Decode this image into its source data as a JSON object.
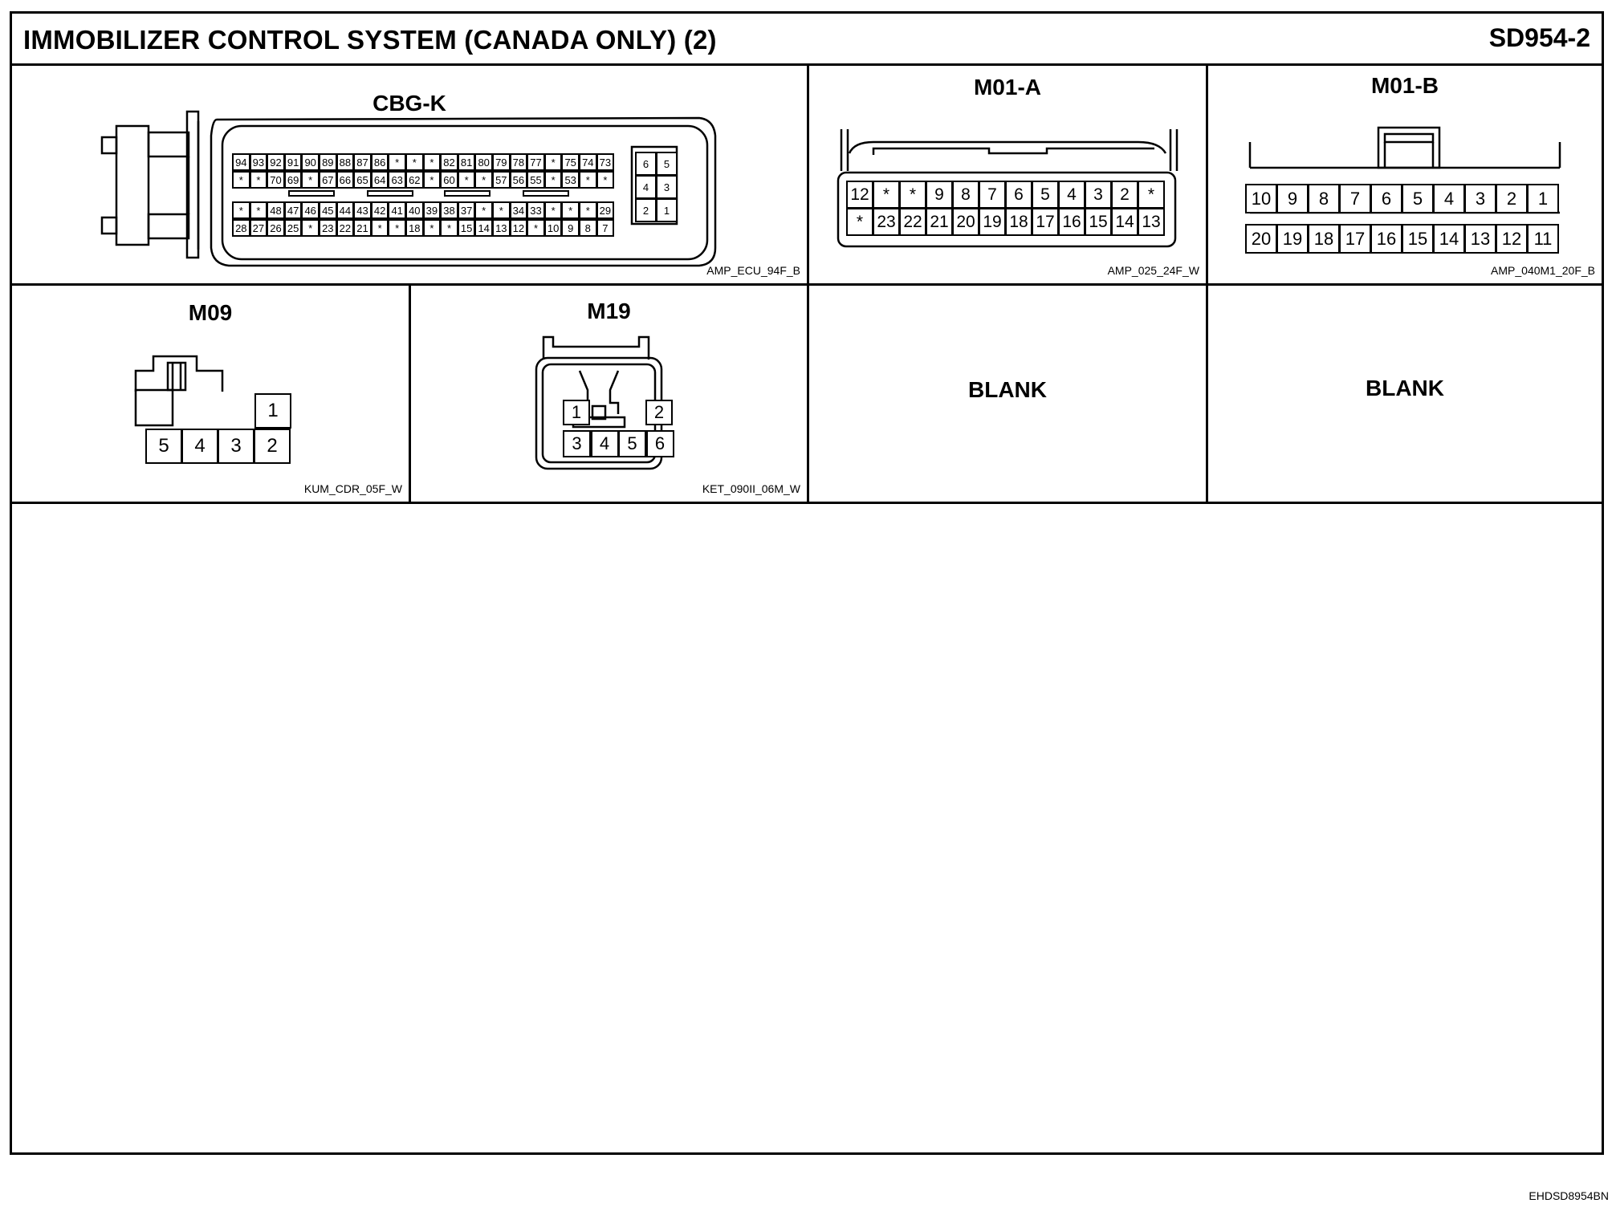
{
  "header": {
    "title": "IMMOBILIZER CONTROL SYSTEM (CANADA ONLY) (2)",
    "page_code": "SD954-2"
  },
  "footer": {
    "doc_code": "EHDSD8954BN"
  },
  "connectors": {
    "cbg_k": {
      "name": "CBG-K",
      "code": "AMP_ECU_94F_B",
      "rows": [
        [
          "94",
          "93",
          "92",
          "91",
          "90",
          "89",
          "88",
          "87",
          "86",
          "*",
          "*",
          "*",
          "82",
          "81",
          "80",
          "79",
          "78",
          "77",
          "*",
          "75",
          "74",
          "73"
        ],
        [
          "*",
          "*",
          "70",
          "69",
          "*",
          "67",
          "66",
          "65",
          "64",
          "63",
          "62",
          "*",
          "60",
          "*",
          "*",
          "57",
          "56",
          "55",
          "*",
          "53",
          "*",
          "*"
        ],
        [
          "*",
          "*",
          "48",
          "47",
          "46",
          "45",
          "44",
          "43",
          "42",
          "41",
          "40",
          "39",
          "38",
          "37",
          "*",
          "*",
          "34",
          "33",
          "*",
          "*",
          "*",
          "29"
        ],
        [
          "28",
          "27",
          "26",
          "25",
          "*",
          "23",
          "22",
          "21",
          "*",
          "*",
          "18",
          "*",
          "*",
          "15",
          "14",
          "13",
          "12",
          "*",
          "10",
          "9",
          "8",
          "7"
        ]
      ],
      "side_rows": [
        [
          "6",
          "5"
        ],
        [
          "4",
          "3"
        ],
        [
          "2",
          "1"
        ]
      ]
    },
    "m01_a": {
      "name": "M01-A",
      "code": "AMP_025_24F_W",
      "rows": [
        [
          "12",
          "*",
          "*",
          "9",
          "8",
          "7",
          "6",
          "5",
          "4",
          "3",
          "2",
          "*"
        ],
        [
          "*",
          "23",
          "22",
          "21",
          "20",
          "19",
          "18",
          "17",
          "16",
          "15",
          "14",
          "13"
        ]
      ]
    },
    "m01_b": {
      "name": "M01-B",
      "code": "AMP_040M1_20F_B",
      "rows": [
        [
          "10",
          "9",
          "8",
          "7",
          "6",
          "5",
          "4",
          "3",
          "2",
          "1"
        ],
        [
          "20",
          "19",
          "18",
          "17",
          "16",
          "15",
          "14",
          "13",
          "12",
          "11"
        ]
      ]
    },
    "m09": {
      "name": "M09",
      "code": "KUM_CDR_05F_W",
      "top": [
        "1"
      ],
      "bottom": [
        "5",
        "4",
        "3",
        "2"
      ]
    },
    "m19": {
      "name": "M19",
      "code": "KET_090II_06M_W",
      "top_left": "1",
      "top_right": "2",
      "bottom": [
        "3",
        "4",
        "5",
        "6"
      ]
    }
  },
  "blank_cells": {
    "label": "BLANK"
  }
}
